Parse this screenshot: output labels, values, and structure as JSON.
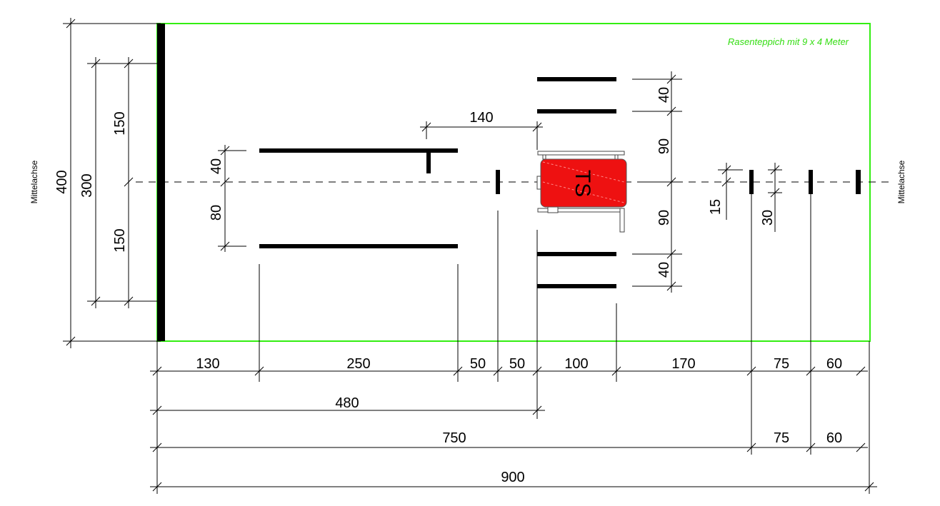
{
  "title_note": "Rasenteppich mit 9 x 4 Meter",
  "axis_label_left": "Mittelachse",
  "axis_label_right": "Mittelachse",
  "equipment_label": "TS",
  "colors": {
    "carpet_border": "#33ee11",
    "equipment": "#ee1111"
  },
  "dimensions": {
    "bottom_row1": [
      "130",
      "250",
      "50",
      "50",
      "100",
      "170",
      "75",
      "60"
    ],
    "bottom_row2": [
      "480"
    ],
    "bottom_row3": [
      "750",
      "75",
      "60"
    ],
    "bottom_total": "900",
    "left_total": "400",
    "left_inner": "300",
    "left_upper": "150",
    "left_lower": "150",
    "bar_offset_top": "40",
    "bar_offset_bottom": "80",
    "gap_top": "140",
    "right_stack": [
      "40",
      "90",
      "90",
      "40"
    ],
    "marker_15": "15",
    "marker_30": "30"
  }
}
